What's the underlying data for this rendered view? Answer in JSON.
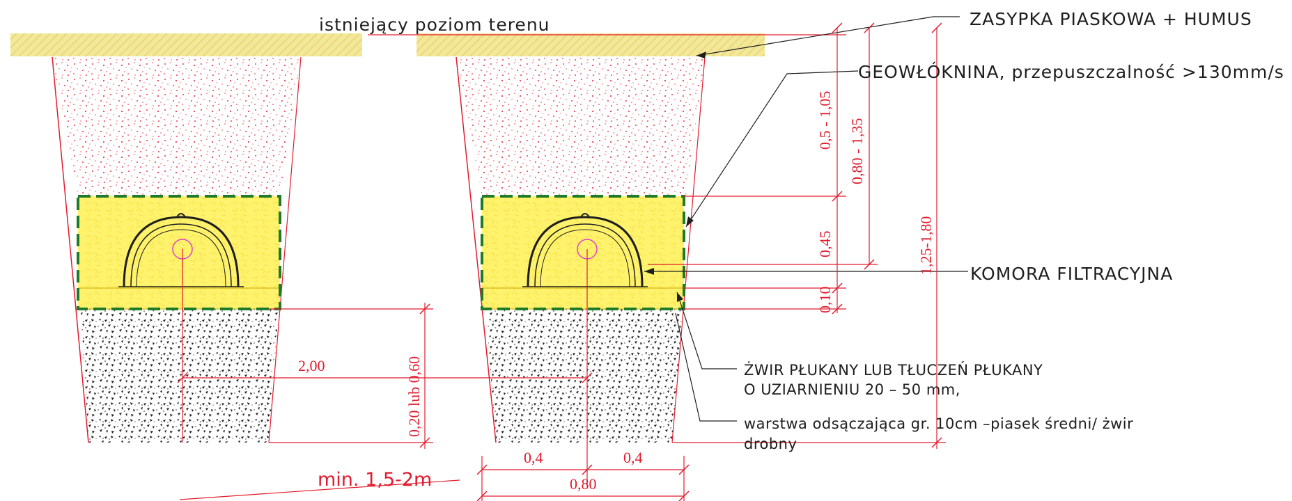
{
  "labels": {
    "ground_level": "istniejący poziom terenu",
    "backfill": "ZASYPKA PIASKOWA + HUMUS",
    "geotextile": "GEOWŁÓKNINA, przepuszczalność >130mm/s",
    "chamber": "KOMORA FILTRACYJNA",
    "gravel_line1": "ŻWIR PŁUKANY LUB TŁUCZEŃ PŁUKANY",
    "gravel_line2": "O UZIARNIENIU 20 – 50 mm,",
    "drain_line1": "warstwa odsączająca gr. 10cm –piasek średni/ żwir",
    "drain_line2": "drobny"
  },
  "dimensions": {
    "cover": "0,5 - 1,05",
    "cover_total": "0,80 - 1,35",
    "total": "1,25-1,80",
    "gravel_around": "0,45",
    "drain_layer": "0,10",
    "gravel_below": "0,20 lub 0,60",
    "spacing": "2,00",
    "half_left": "0,4",
    "half_right": "0,4",
    "trench_width": "0,80",
    "trench_gap": "min. 1,5-2m"
  },
  "colors": {
    "dimension": "#e21b2d",
    "geotextile": "#1f7a2a",
    "gravel_fill": "#fff36e",
    "sand_speckle": "#e8404f",
    "humus": "#f3e89a",
    "marker_circle": "#e040c8"
  }
}
